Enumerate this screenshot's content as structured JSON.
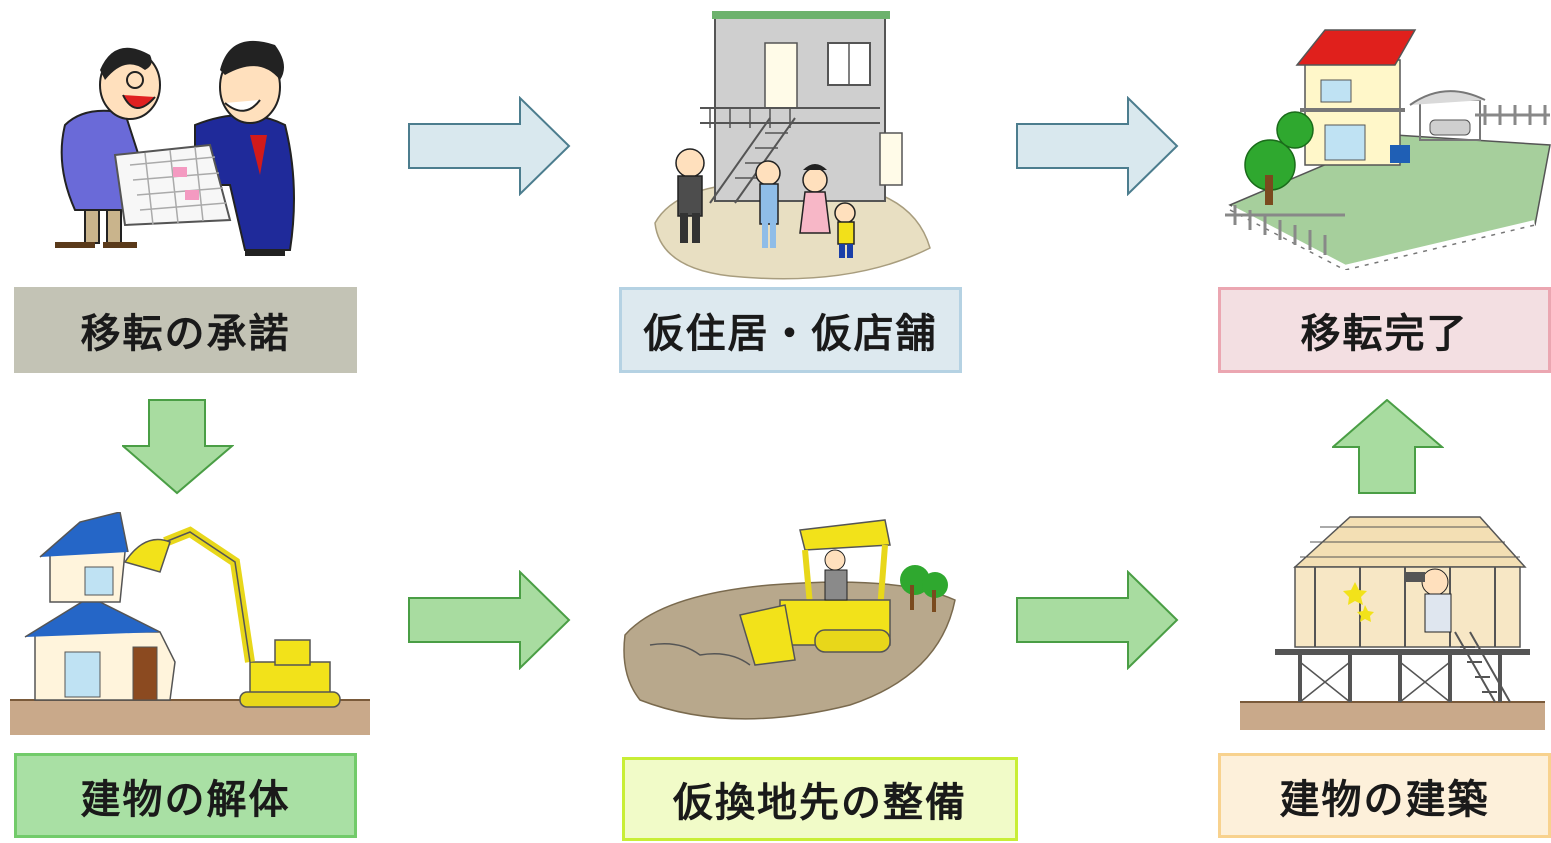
{
  "steps": {
    "consent": {
      "label": "移転の承諾",
      "fill": "#c3c3b5",
      "border": "#c3c3b5"
    },
    "temporary": {
      "label": "仮住居・仮店舗",
      "fill": "#dde9ef",
      "border": "#b5d2e3"
    },
    "complete": {
      "label": "移転完了",
      "fill": "#f3dfe2",
      "border": "#eba6b1"
    },
    "demolish": {
      "label": "建物の解体",
      "fill": "#a9e0a4",
      "border": "#72cb6a"
    },
    "prepare": {
      "label": "仮換地先の整備",
      "fill": "#f1fbc8",
      "border": "#c8ee36"
    },
    "build": {
      "label": "建物の建築",
      "fill": "#fdf0da",
      "border": "#f8d28e"
    }
  },
  "colors": {
    "arrow_blue_fill": "#d9e8ee",
    "arrow_blue_stroke": "#4c7d8e",
    "arrow_green_fill": "#a8dca0",
    "arrow_green_stroke": "#4a9e45"
  },
  "icons": [
    "negotiation-illustration",
    "temporary-housing-illustration",
    "new-house-illustration",
    "demolition-illustration",
    "bulldozer-illustration",
    "house-construction-illustration"
  ]
}
